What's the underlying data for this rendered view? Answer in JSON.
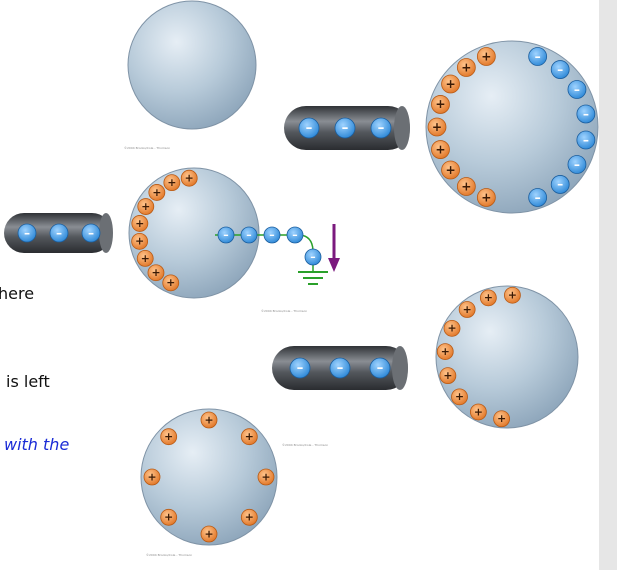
{
  "partial_text": {
    "line1": "here",
    "line2": "is left",
    "line3": "with the"
  },
  "credits": {
    "c1": "©2004 Brooks/Cole - Thomson",
    "c2": "©2004 Brooks/Cole - Thomson",
    "c3": "©2004 Brooks/Cole - Thomson",
    "c4": "©2004 Brooks/Cole - Thomson"
  },
  "symbols": {
    "plus": "+",
    "minus": "–"
  },
  "colors": {
    "sphere": "#b7cad9",
    "plus_fill": "#e8883c",
    "minus_fill": "#3c8fd8",
    "rod": "#4a4d52",
    "ground_wire": "#2aa02a",
    "arrow": "#7b1a7e",
    "partial_blue_text": "#1a2bd6"
  }
}
